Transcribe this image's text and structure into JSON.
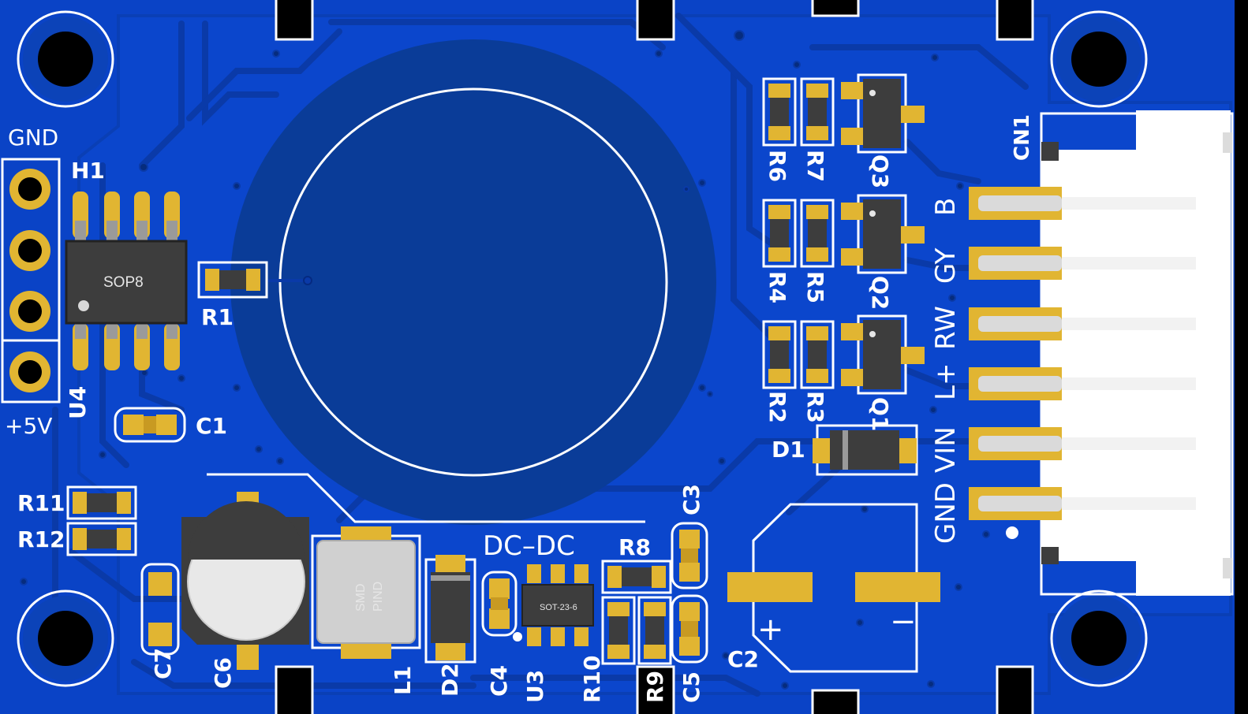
{
  "board": {
    "colors": {
      "mask": "#0a43c6",
      "mask_dark": "#073aa8",
      "copper_zone": "#0a3c98",
      "pad_ring": "#0c43b8",
      "gold": "#e1b532",
      "silk": "#ffffff",
      "chip": "#3d3d3d",
      "drill": "#000000"
    },
    "header_labels": {
      "top": "GND",
      "bottom": "+5V"
    },
    "designators": {
      "h1": "H1",
      "u4": "U4",
      "c1": "C1",
      "r1": "R1",
      "r11": "R11",
      "r12": "R12",
      "r2": "R2",
      "r3": "R3",
      "r4": "R4",
      "r5": "R5",
      "r6": "R6",
      "r7": "R7",
      "q1": "Q1",
      "q2": "Q2",
      "q3": "Q3",
      "d1": "D1",
      "d2": "D2",
      "c2": "C2",
      "c3": "C3",
      "c4": "C4",
      "c5": "C5",
      "c6": "C6",
      "c7": "C7",
      "r8": "R8",
      "r9": "R9",
      "r10": "R10",
      "l1": "L1",
      "u3": "U3",
      "cn1": "CN1"
    },
    "section_label": "DC–DC",
    "chip_markings": {
      "sop8": "SOP8",
      "sot23": "SOT-23-6",
      "smd": "SMD",
      "pind": "PIND"
    },
    "connector_pins": [
      "B",
      "GY",
      "RW",
      "L+",
      "VIN",
      "GND"
    ],
    "polarity": {
      "plus": "+",
      "minus": "−"
    }
  }
}
